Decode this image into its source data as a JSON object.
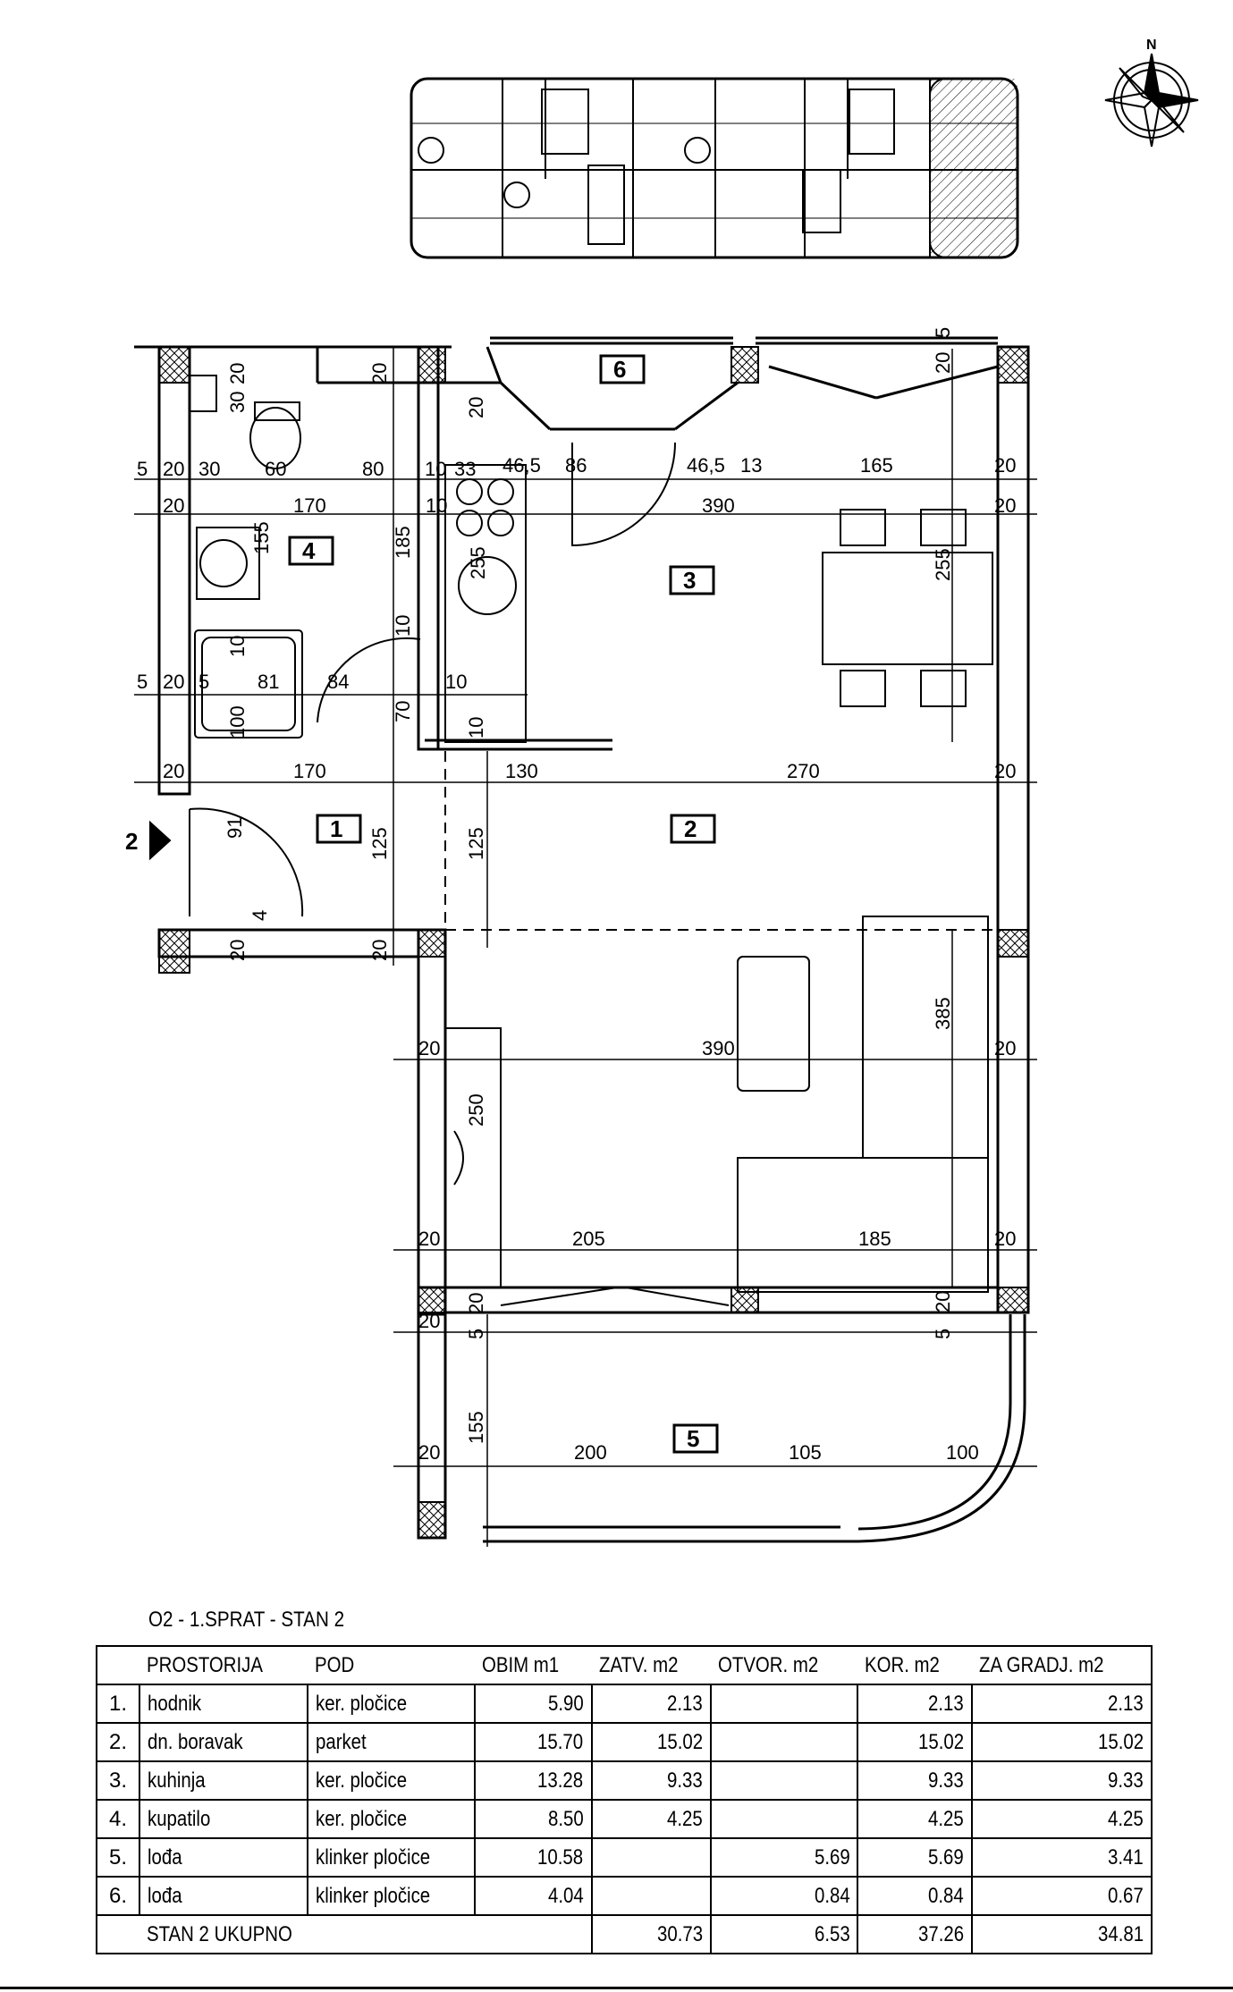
{
  "compass": {
    "north_label": "N",
    "icon": "compass-rose-icon"
  },
  "entrance_marker": {
    "label": "2"
  },
  "room_tags": {
    "r1": "1",
    "r2": "2",
    "r3": "3",
    "r4": "4",
    "r5": "5",
    "r6": "6"
  },
  "dimensions": {
    "d_5a": "5",
    "d_20a": "20",
    "d_30a": "30",
    "d_60": "60",
    "d_80": "80",
    "d_10a": "10",
    "d_33": "33",
    "d_46_5a": "46,5",
    "d_86": "86",
    "d_46_5b": "46,5",
    "d_13": "13",
    "d_165": "165",
    "d_20b": "20",
    "d_20c": "20",
    "d_170a": "170",
    "d_10b": "10",
    "d_390a": "390",
    "d_20d": "20",
    "d_5b": "5",
    "d_20e": "20",
    "d_5c": "5",
    "d_81": "81",
    "d_84": "84",
    "d_10c": "10",
    "d_20f": "20",
    "d_170b": "170",
    "d_130": "130",
    "d_270": "270",
    "d_20g": "20",
    "d_20h": "20",
    "d_390b": "390",
    "d_20i": "20",
    "d_20j": "20",
    "d_205a": "205",
    "d_185b": "185",
    "d_20k": "20",
    "d_20l": "20",
    "d_205b": "20",
    "d_200": "200",
    "d_105": "105",
    "d_100b": "100",
    "v_20a": "20",
    "v_30": "30",
    "v_20b": "20",
    "v_20c": "20",
    "v_155a": "155",
    "v_185": "185",
    "v_10a": "10",
    "v_255a": "255",
    "v_10b": "10",
    "v_100a": "100",
    "v_70": "70",
    "v_10c": "10",
    "v_91": "91",
    "v_4": "4",
    "v_125a": "125",
    "v_125b": "125",
    "v_20d": "20",
    "v_20e": "20",
    "v_255b": "255",
    "v_5a": "5",
    "v_20f": "20",
    "v_385": "385",
    "v_250": "250",
    "v_20g": "20",
    "v_5b": "5",
    "v_20h": "20",
    "v_5c": "5",
    "v_155b": "155"
  },
  "table": {
    "title": "O2 - 1.SPRAT - STAN 2",
    "headers": [
      "PROSTORIJA",
      "POD",
      "OBIM  m1",
      "ZATV. m2",
      "OTVOR. m2",
      "KOR. m2",
      "ZA GRADJ. m2"
    ],
    "rows": [
      {
        "idx": "1.",
        "name": "hodnik",
        "floor": "ker. pločice",
        "obim": "5.90",
        "zatv": "2.13",
        "otvor": "",
        "kor": "2.13",
        "gradj": "2.13"
      },
      {
        "idx": "2.",
        "name": "dn. boravak",
        "floor": "parket",
        "obim": "15.70",
        "zatv": "15.02",
        "otvor": "",
        "kor": "15.02",
        "gradj": "15.02"
      },
      {
        "idx": "3.",
        "name": "kuhinja",
        "floor": "ker. pločice",
        "obim": "13.28",
        "zatv": "9.33",
        "otvor": "",
        "kor": "9.33",
        "gradj": "9.33"
      },
      {
        "idx": "4.",
        "name": "kupatilo",
        "floor": "ker. pločice",
        "obim": "8.50",
        "zatv": "4.25",
        "otvor": "",
        "kor": "4.25",
        "gradj": "4.25"
      },
      {
        "idx": "5.",
        "name": "lođa",
        "floor": "klinker pločice",
        "obim": "10.58",
        "zatv": "",
        "otvor": "5.69",
        "kor": "5.69",
        "gradj": "3.41"
      },
      {
        "idx": "6.",
        "name": "lođa",
        "floor": "klinker pločice",
        "obim": "4.04",
        "zatv": "",
        "otvor": "0.84",
        "kor": "0.84",
        "gradj": "0.67"
      }
    ],
    "total": {
      "label": "STAN 2 UKUPNO",
      "zatv": "30.73",
      "otvor": "6.53",
      "kor": "37.26",
      "gradj": "34.81"
    }
  }
}
